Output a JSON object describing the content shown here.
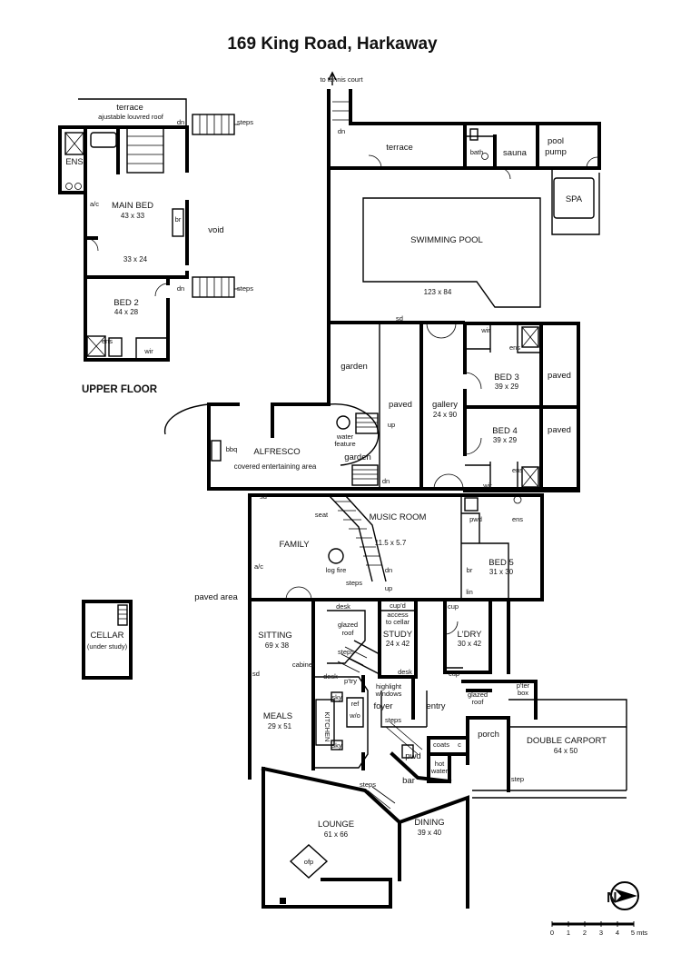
{
  "title": "169 King Road, Harkaway",
  "floors": {
    "upper": "UPPER FLOOR"
  },
  "notes": {
    "tennis": "to tennis court",
    "paved_area": "paved area"
  },
  "upper": {
    "terrace": "terrace",
    "louvred_roof": "ajustable\nlouvred roof",
    "dn1": "dn",
    "steps1": "steps",
    "ens": "ENS",
    "ac": "a/c",
    "main_bed": "MAIN BED",
    "main_bed_dim": "43 x 33",
    "br": "br",
    "void": "void",
    "hall_dim": "33 x 24",
    "dn2": "dn",
    "steps2": "steps",
    "bed2": "BED 2",
    "bed2_dim": "44 x 28",
    "ens2": "ens",
    "wir": "wir"
  },
  "cellar": "CELLAR\n(under study)",
  "ground": {
    "dn_top": "dn",
    "terrace": "terrace",
    "bath": "bath",
    "sauna": "sauna",
    "pool_pump": "pool\npump",
    "spa": "SPA",
    "pool": "SWIMMING POOL",
    "pool_dim": "123 x 84",
    "sd_pool": "sd",
    "garden1": "garden",
    "paved1": "paved",
    "up1": "up",
    "water_feature": "water\nfeature",
    "garden2": "garden",
    "dn_garden": "dn",
    "wir3": "wir",
    "ens3": "ens",
    "bed3": "BED 3",
    "bed3_dim": "39 x 29",
    "paved3": "paved",
    "gallery": "gallery",
    "gallery_dim": "24 x 90",
    "bed4": "BED 4",
    "bed4_dim": "39 x 29",
    "paved4": "paved",
    "ens4": "ens",
    "wir4": "wir",
    "bbq": "bbq",
    "alfresco": "ALFRESCO",
    "covered": "covered entertaining area",
    "sd_fam": "sd",
    "seat": "seat",
    "music": "MUSIC ROOM",
    "music_dim": "11.5 x 5.7",
    "family": "FAMILY",
    "ac": "a/c",
    "log_fire": "log fire",
    "dn_music": "dn",
    "steps_music": "steps",
    "up_music": "up",
    "pwd1": "pwd",
    "ens5": "ens",
    "bed5": "BED 5",
    "bed5_dim": "31 x 30",
    "br5": "br",
    "lin": "lin",
    "desk1": "desk",
    "glazed_roof1": "glazed\nroof",
    "cupd1": "cup'd",
    "access_cellar": "access\nto cellar",
    "cup1": "cup",
    "sitting": "SITTING",
    "sitting_dim": "69 x 38",
    "steps_sit": "steps",
    "study": "STUDY",
    "study_dim": "24 x 42",
    "ldry": "L'DRY",
    "ldry_dim": "30 x 42",
    "desk2": "desk",
    "cup2": "cup",
    "sd_meals": "sd",
    "cabinet": "cabinet",
    "desk3": "desk",
    "ptry": "p'try",
    "sky1": "sky",
    "ref": "ref",
    "wo": "w/o",
    "sky2": "sky",
    "kitchen": "KITCHEN",
    "meals": "MEALS",
    "meals_dim": "29 x 51",
    "highlight": "highlight\nwindows",
    "foyer": "foyer",
    "entry": "entry",
    "steps_foyer": "steps",
    "ptr_box": "p'ter\nbox",
    "glazed_roof2": "glazed\nroof",
    "porch": "porch",
    "carport": "DOUBLE CARPORT",
    "carport_dim": "64 x 50",
    "step_car": "step",
    "pwd2": "pwd",
    "coats": "coats",
    "c": "c",
    "hot_water": "hot\nwater",
    "bar": "bar",
    "steps_lounge": "steps",
    "lounge": "LOUNGE",
    "lounge_dim": "61 x 66",
    "dining": "DINING",
    "dining_dim": "39 x 40",
    "ofp": "ofp"
  },
  "compass": "N",
  "scale": {
    "ticks": [
      "0",
      "1",
      "2",
      "3",
      "4",
      "5 mts"
    ]
  }
}
